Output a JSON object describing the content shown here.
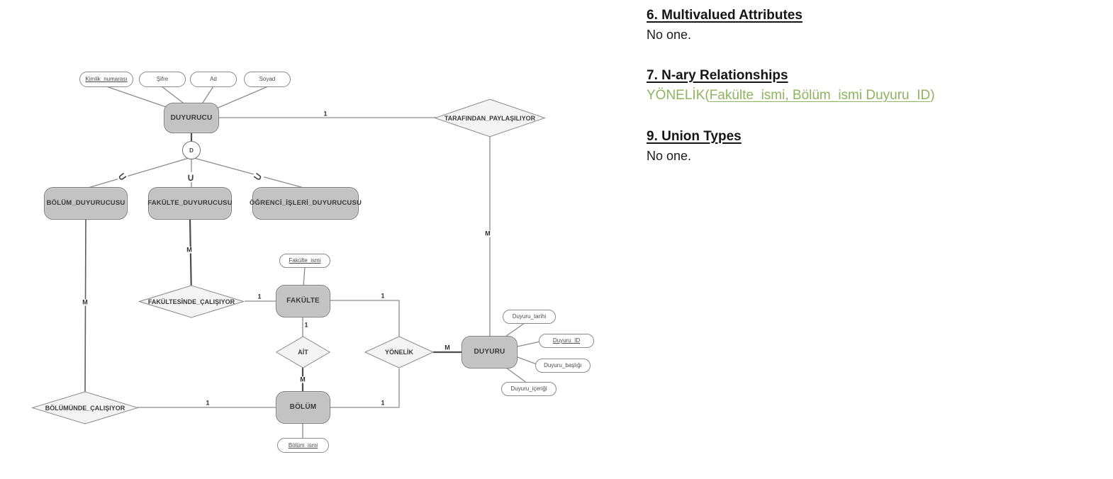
{
  "diagram": {
    "entities": {
      "duyurucu": "DUYURUCU",
      "bolum_duyurucusu": "BÖLÜM_DUYURUCUSU",
      "fakulte_duyurucusu": "FAKÜLTE_DUYURUCUSU",
      "ogrenci_isleri_duyurucusu": "ÖĞRENCİ_İŞLERİ_DUYURUCUSU",
      "fakulte": "FAKÜLTE",
      "bolum": "BÖLÜM",
      "duyuru": "DUYURU"
    },
    "relationships": {
      "tarafindan_paylasiliyor": "TARAFINDAN_PAYLAŞILIYOR",
      "fakultesinde_calisiyor": "FAKÜLTESİNDE_ÇALIŞIYOR",
      "bolumunde_calisiyor": "BÖLÜMÜNDE_ÇALIŞIYOR",
      "ait": "AİT",
      "yonelik": "YÖNELİK"
    },
    "attributes": {
      "kimlik_numarasi": "Kimlik_numarası",
      "sifre": "Şifre",
      "ad": "Ad",
      "soyad": "Soyad",
      "fakulte_ismi": "Fakülte_ismi",
      "bolum_ismi": "Bölüm_ismi",
      "duyuru_tarihi": "Duyuru_tarihi",
      "duyuru_id": "Duyuru_ID",
      "duyuru_basligi": "Duyuru_başlığı",
      "duyuru_icerigi": "Duyuru_içeriği"
    },
    "cardinality": {
      "one": "1",
      "many": "M"
    },
    "specialization": {
      "disjoint": "D",
      "subset_left": "⊂",
      "subset_middle": "∪",
      "subset_right": "⊃"
    }
  },
  "notes": {
    "sections": [
      {
        "heading": "6. Multivalued Attributes",
        "body": "No one."
      },
      {
        "heading": "7. N-ary Relationships",
        "prefix": "YÖNELİK(",
        "underlined": "Fakülte_ismi, Bölüm_ismi  Duyuru_ID",
        "suffix": ")"
      },
      {
        "heading": "9. Union Types",
        "body": "No one."
      }
    ]
  },
  "colors": {
    "entity_fill": "#c3c3c3",
    "diamond_fill": "#f4f4f4",
    "line_gray": "#8c8c8c",
    "accent_green": "#8fb45e"
  }
}
